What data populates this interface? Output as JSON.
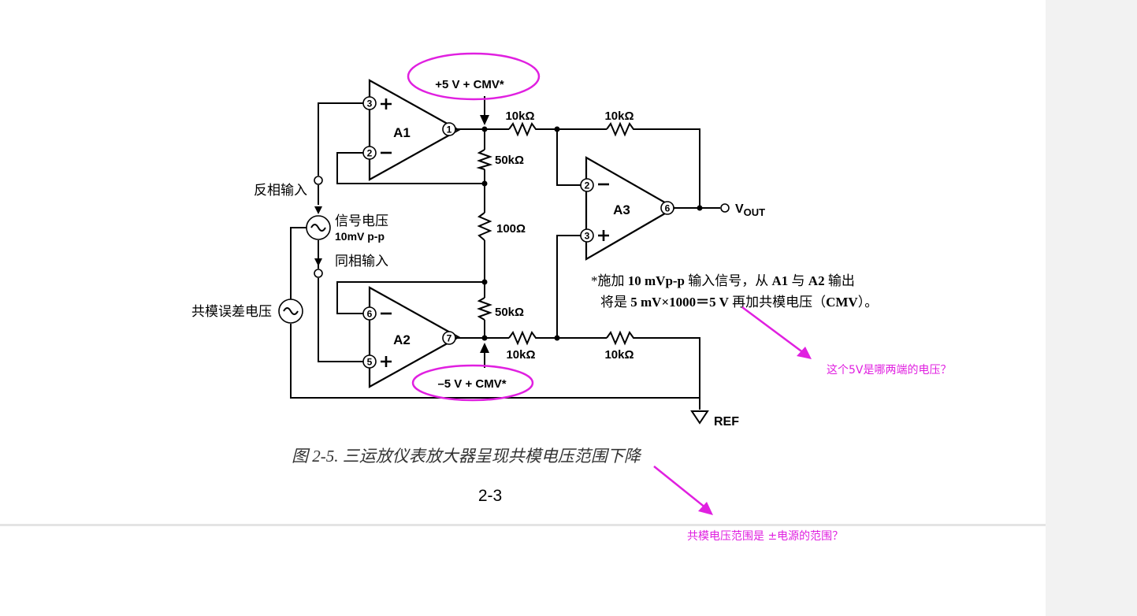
{
  "figure": {
    "supply_top": "+5 V + CMV*",
    "supply_bottom": "–5 V + CMV*",
    "amps": {
      "a1": "A1",
      "a2": "A2",
      "a3": "A3"
    },
    "pins": {
      "a1_in_plus": "3",
      "a1_in_minus": "2",
      "a1_out": "1",
      "a2_in_minus": "6",
      "a2_in_plus": "5",
      "a2_out": "7",
      "a3_in_minus": "2",
      "a3_in_plus": "3",
      "a3_out": "6"
    },
    "resistors": {
      "r_top_a1": "10kΩ",
      "r_top_fb": "10kΩ",
      "r_gain_top": "50kΩ",
      "r_gain_mid": "100Ω",
      "r_gain_bot": "50kΩ",
      "r_bot_a2": "10kΩ",
      "r_bot_ref": "10kΩ"
    },
    "vout_main": "V",
    "vout_sub": "OUT",
    "ref": "REF",
    "inverting_input": "反相输入",
    "signal_voltage": "信号电压",
    "signal_amplitude": "10mV p-p",
    "noninverting_input": "同相输入",
    "cm_error_voltage": "共模误差电压",
    "note_line1": {
      "a": "*施加 ",
      "b": "10 mVp-p",
      "c": " 输入信号，从 ",
      "d": "A1",
      "e": " 与 ",
      "f": "A2",
      "g": " 输出"
    },
    "note_line2": {
      "a": "将是 ",
      "b": "5 mV×1000＝5 V",
      "c": " 再加共模电压（",
      "d": "CMV",
      "e": "）。"
    }
  },
  "caption": "图 2-5.  三运放仪表放大器呈现共模电压范围下降",
  "page_number": "2-3",
  "comments": {
    "comment1": "这个5V是哪两端的电压？",
    "comment2": "共模电压范围是 ±电源的范围？"
  },
  "colors": {
    "annotation": "#e020e0",
    "panel": "#f2f2f2",
    "divider": "#e4e4e4"
  }
}
